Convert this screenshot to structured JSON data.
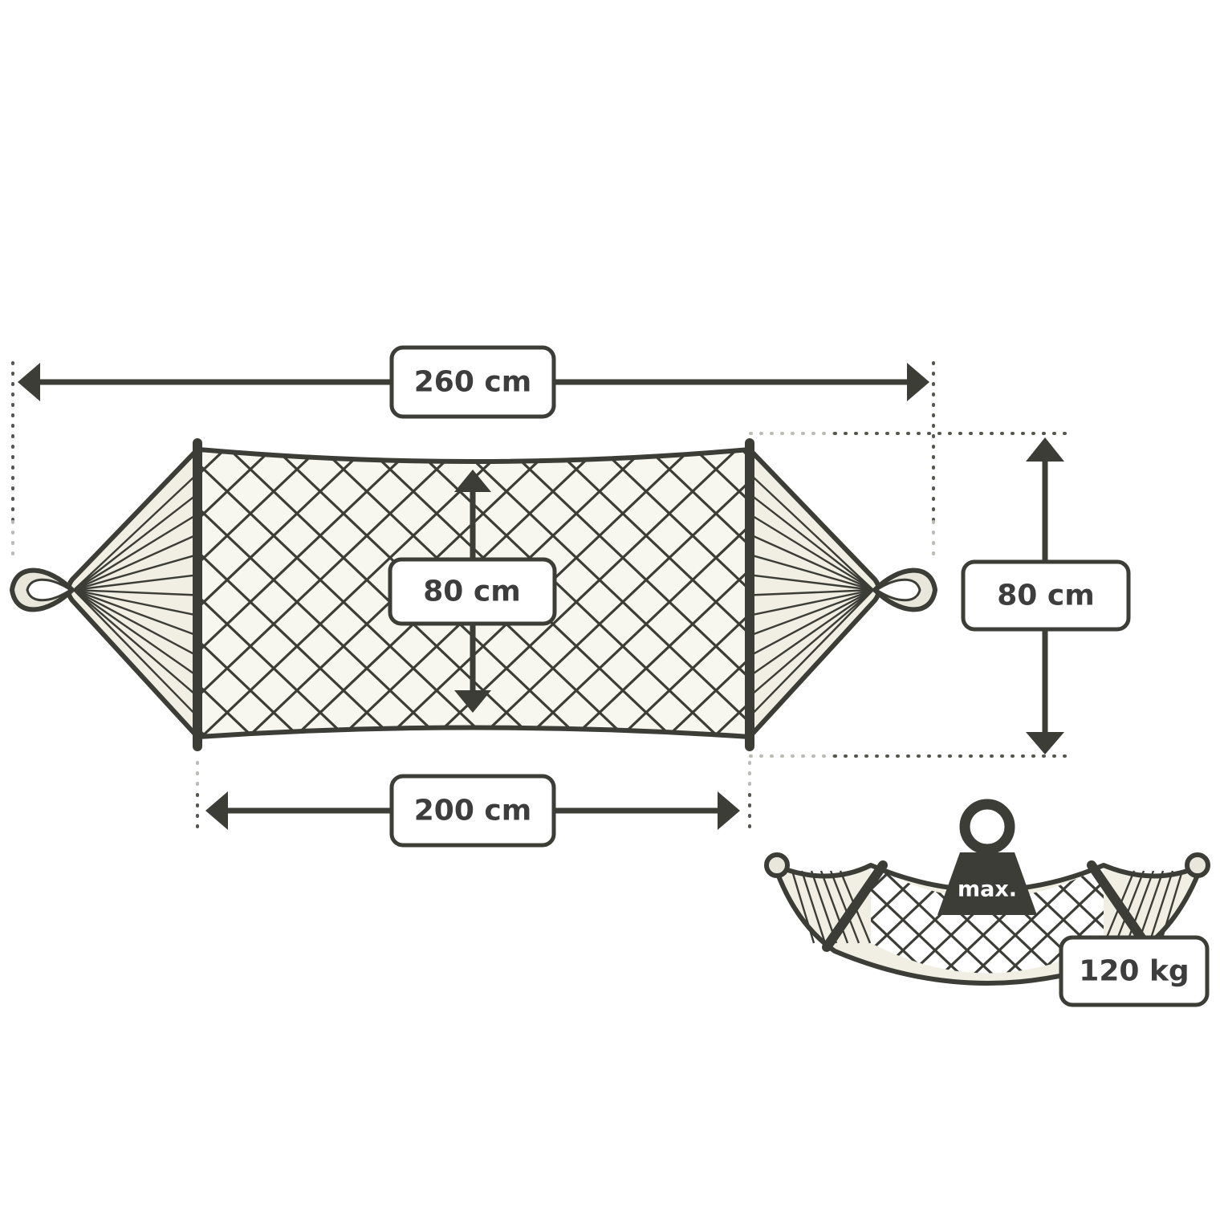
{
  "dimensions": {
    "total_length": "260 cm",
    "net_length": "200 cm",
    "net_width": "80 cm",
    "width": "80 cm"
  },
  "load": {
    "weight_label": "max.",
    "max_load": "120 kg"
  }
}
